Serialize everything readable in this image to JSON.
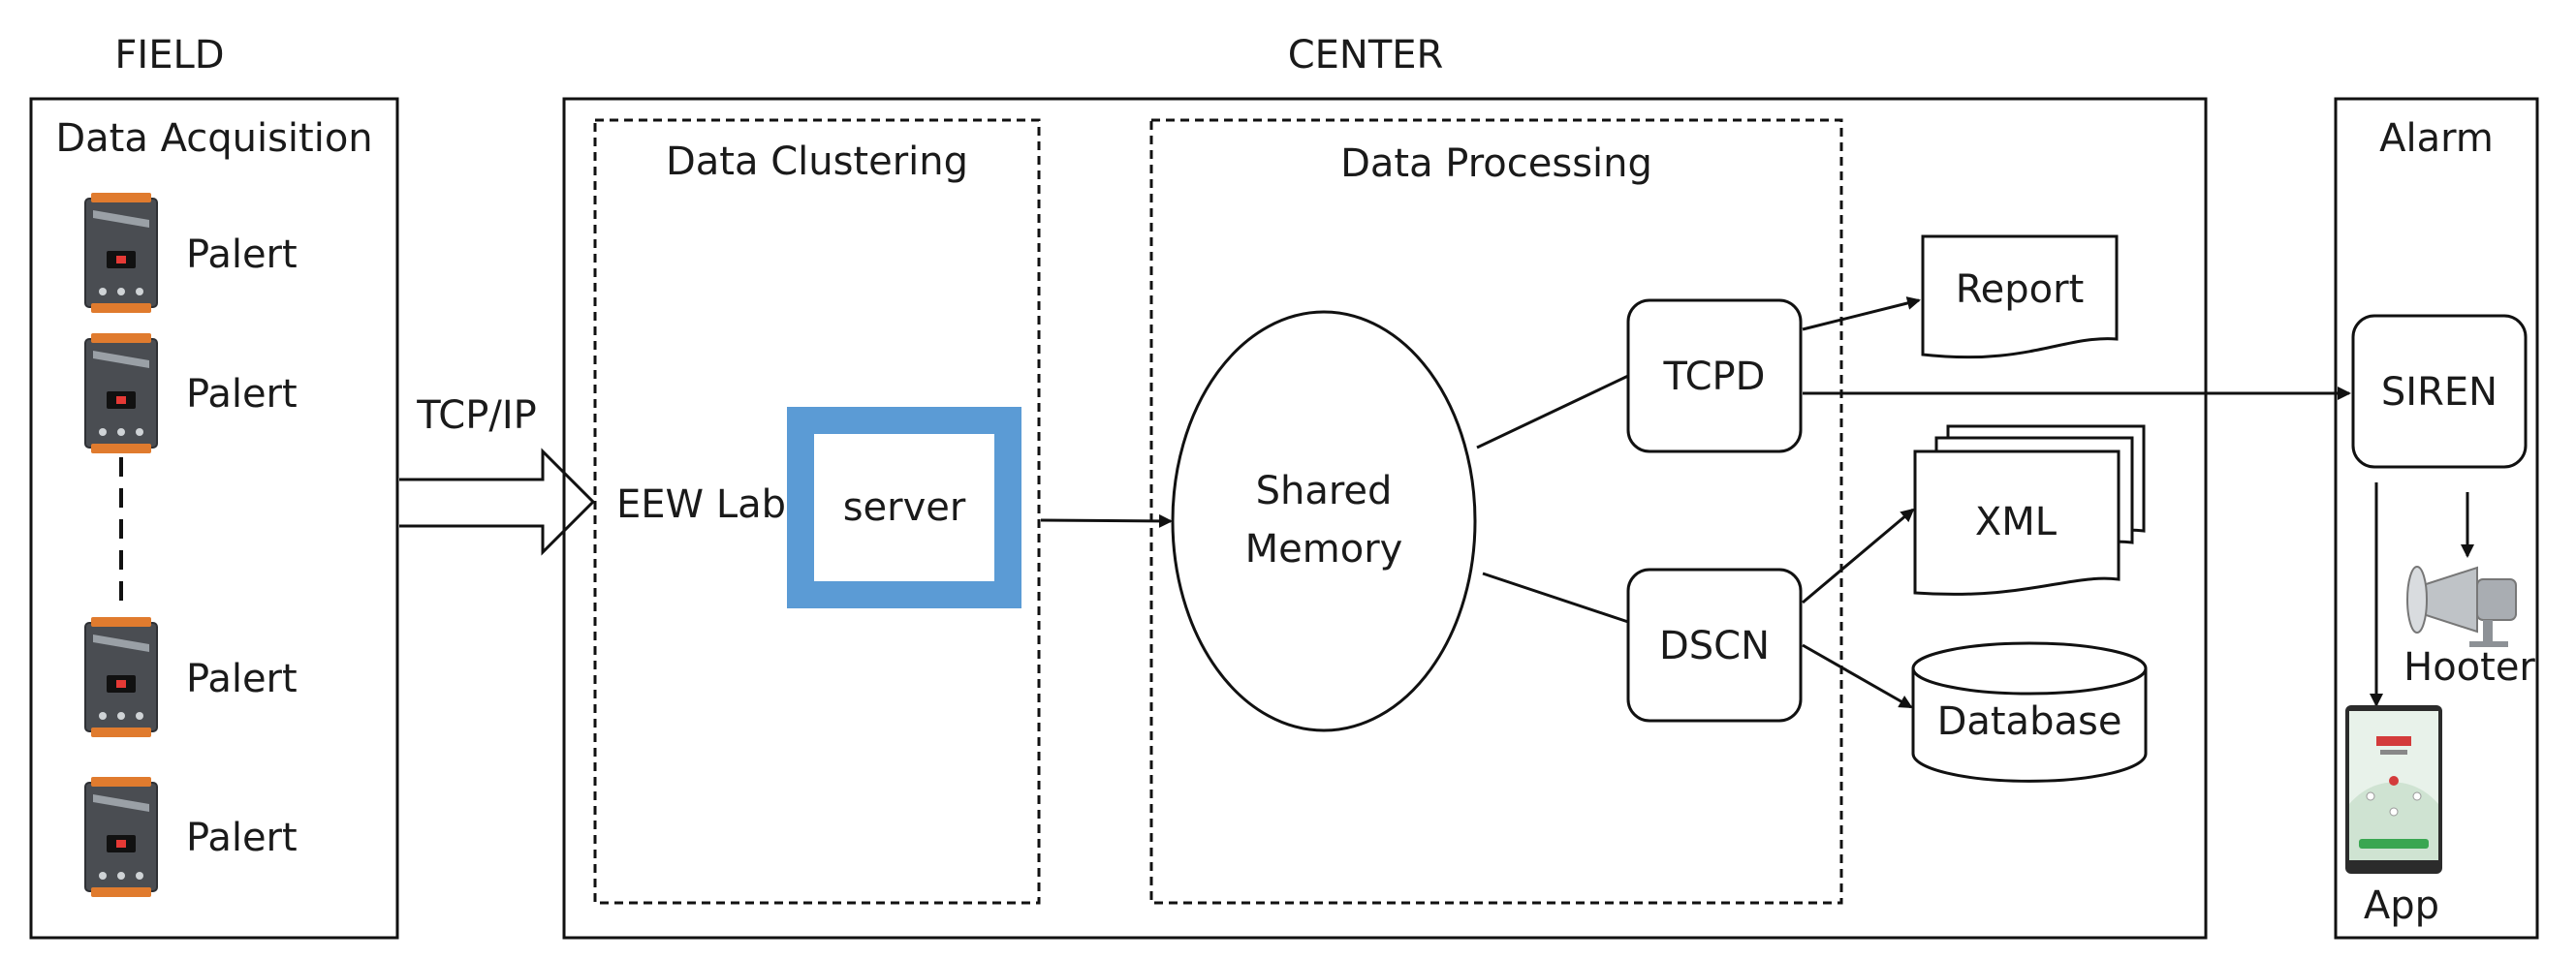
{
  "sections": {
    "field": "FIELD",
    "center": "CENTER"
  },
  "field": {
    "title": "Data Acquisition",
    "devices": [
      "Palert",
      "Palert",
      "Palert",
      "Palert"
    ]
  },
  "link_label": "TCP/IP",
  "clustering": {
    "title": "Data Clustering",
    "lab": "EEW Lab",
    "server": "server"
  },
  "processing": {
    "title": "Data Processing",
    "memory_line1": "Shared",
    "memory_line2": "Memory",
    "tcpd": "TCPD",
    "dscn": "DSCN"
  },
  "outputs": {
    "report": "Report",
    "xml": "XML",
    "database": "Database"
  },
  "alarm": {
    "title": "Alarm",
    "siren": "SIREN",
    "hooter": "Hooter",
    "app": "App"
  },
  "colors": {
    "server_frame": "#5b9bd5",
    "device_body": "#4a4d52",
    "device_connector": "#e07b2e",
    "app_screen": "#e8f2ea",
    "app_accent": "#3aa651"
  },
  "icons": {
    "device": "palert-device-icon",
    "hooter": "hooter-speaker-icon",
    "app": "mobile-app-icon"
  }
}
